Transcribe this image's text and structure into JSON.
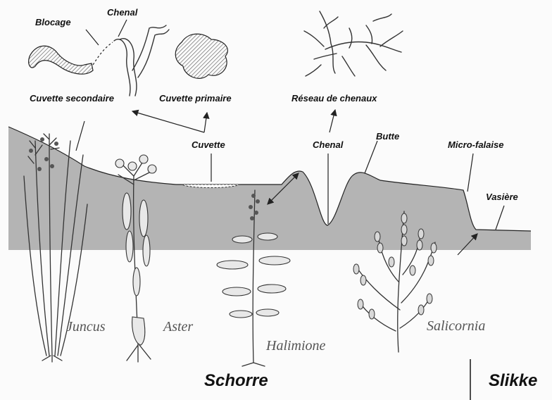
{
  "labels": {
    "blocage": "Blocage",
    "chenal_top": "Chenal",
    "cuvette_secondaire": "Cuvette secondaire",
    "cuvette_primaire": "Cuvette primaire",
    "reseau": "Réseau de chenaux",
    "cuvette": "Cuvette",
    "chenal": "Chenal",
    "butte": "Butte",
    "micro_falaise": "Micro-falaise",
    "vasiere": "Vasière"
  },
  "species": {
    "juncus": "Juncus",
    "aster": "Aster",
    "halimione": "Halimione",
    "salicornia": "Salicornia"
  },
  "zones": {
    "schorre": "Schorre",
    "slikke": "Slikke"
  },
  "colors": {
    "sediment": "#b4b4b4",
    "ink": "#222222",
    "background": "#fbfbfb"
  }
}
